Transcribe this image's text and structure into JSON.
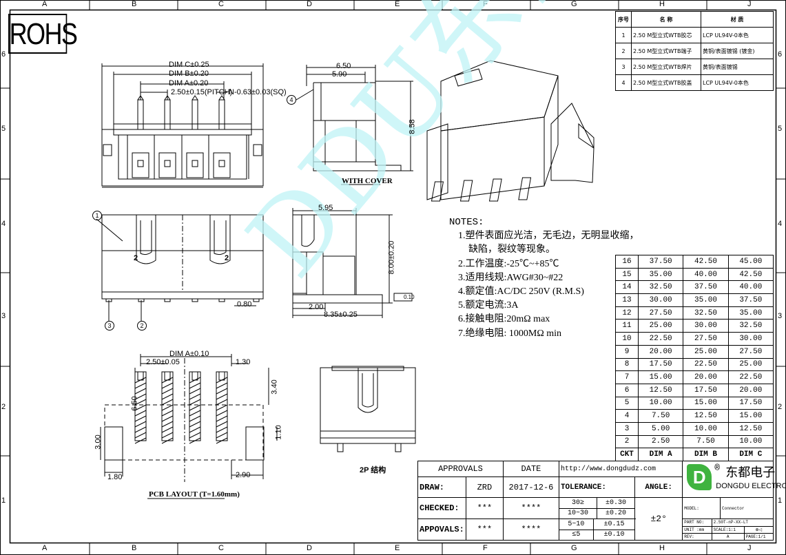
{
  "rohs": "ROHS",
  "grid": {
    "cols": [
      "A",
      "B",
      "C",
      "D",
      "E",
      "F",
      "G",
      "H",
      "J"
    ],
    "rows": [
      "6",
      "5",
      "4",
      "3",
      "2",
      "1"
    ]
  },
  "views": {
    "front": {
      "dim_c": "DIM C±0.25",
      "dim_b": "DIM B±0.20",
      "dim_a": "DIM A±0.20",
      "pitch": "2.50±0.15(PITCH)",
      "pin": "N-0.63±0.03(SQ)"
    },
    "side_cover": {
      "w1": "6.50",
      "w2": "5.90",
      "h": "8.58",
      "balloon": "4",
      "caption": "WITH COVER"
    },
    "top": {
      "balloon1": "1",
      "balloon2": "2",
      "balloon3": "3",
      "mark_left": "2",
      "mark_right": "2",
      "dim": "0.80"
    },
    "section": {
      "w": "5.95",
      "h": "8.00±0.20",
      "d1": "2.00",
      "d2": "8.35±0.25",
      "flat": "0.10"
    },
    "pcb": {
      "dim_a": "DIM A±0.10",
      "pitch": "2.50±0.05",
      "d130": "1.30",
      "d340": "3.40",
      "d650": "6.50",
      "d300": "3.00",
      "d110": "1.10",
      "d180": "1.80",
      "d290": "2.90",
      "caption": "PCB LAYOUT (T=1.60mm)"
    },
    "two_p": {
      "caption": "2P 结构"
    }
  },
  "materials": {
    "header": [
      "序号",
      "名  称",
      "材  质"
    ],
    "rows": [
      [
        "1",
        "2.50 M型立式WTB胶芯",
        "LCP UL94V-0本色"
      ],
      [
        "2",
        "2.50 M型立式WTB端子",
        "黄铜/表面镀锡 (镀金)"
      ],
      [
        "3",
        "2.50 M型立式WTB焊片",
        "黄铜/表面镀锡"
      ],
      [
        "4",
        "2.50 M型立式WTB胶盖",
        "LCP UL94V-0本色"
      ]
    ]
  },
  "notes": {
    "title": "NOTES:",
    "lines": [
      "1.塑件表面应光洁，无毛边，无明显收缩，",
      "缺陷，裂纹等现象。",
      "2.工作温度:-25℃~+85℃",
      "3.适用线规:AWG#30~#22",
      "4.额定值:AC/DC 250V (R.M.S)",
      "5.额定电流:3A",
      "6.接触电阻:20mΩ max",
      "7.绝缘电阻: 1000MΩ min"
    ]
  },
  "dim_table": {
    "rows": [
      [
        "16",
        "37.50",
        "42.50",
        "45.00"
      ],
      [
        "15",
        "35.00",
        "40.00",
        "42.50"
      ],
      [
        "14",
        "32.50",
        "37.50",
        "40.00"
      ],
      [
        "13",
        "30.00",
        "35.00",
        "37.50"
      ],
      [
        "12",
        "27.50",
        "32.50",
        "35.00"
      ],
      [
        "11",
        "25.00",
        "30.00",
        "32.50"
      ],
      [
        "10",
        "22.50",
        "27.50",
        "30.00"
      ],
      [
        "9",
        "20.00",
        "25.00",
        "27.50"
      ],
      [
        "8",
        "17.50",
        "22.50",
        "25.00"
      ],
      [
        "7",
        "15.00",
        "20.00",
        "22.50"
      ],
      [
        "6",
        "12.50",
        "17.50",
        "20.00"
      ],
      [
        "5",
        "10.00",
        "15.00",
        "17.50"
      ],
      [
        "4",
        "7.50",
        "12.50",
        "15.00"
      ],
      [
        "3",
        "5.00",
        "10.00",
        "12.50"
      ],
      [
        "2",
        "2.50",
        "7.50",
        "10.00"
      ]
    ],
    "header": [
      "CKT",
      "DIM A",
      "DIM B",
      "DIM C"
    ]
  },
  "title_block": {
    "approvals": "APPROVALS",
    "date": "DATE",
    "url": "http://www.dongdudz.com",
    "draw": "DRAW:",
    "drawer": "ZRD",
    "draw_date": "2017-12-6",
    "checked": "CHECKED:",
    "checker": "***",
    "check_date": "****",
    "appovals": "APPOVALS:",
    "approver": "***",
    "approve_date": "****",
    "tolerance": "TOLERANCE:",
    "angle": "ANGLE:",
    "angle_val": "±2°",
    "tol_rows": [
      [
        "30≥",
        "±0.30"
      ],
      [
        "10~30",
        "±0.20"
      ],
      [
        "5~10",
        "±0.15"
      ],
      [
        "≤5",
        "±0.10"
      ]
    ],
    "company_cn": "东都电子",
    "company_en": "DONGDU ELECTRONICS",
    "registered": "®",
    "model_label": "MODEL:",
    "model": "Connector",
    "part_label": "PART NO:",
    "part": "2.50T-nP-XX-LT",
    "unit_label": "UNIT :mm",
    "scale": "SCALE:1:1",
    "rev_label": "REV:",
    "rev": "A",
    "page": "PAGE:1/1"
  },
  "watermark": "DDU东都"
}
